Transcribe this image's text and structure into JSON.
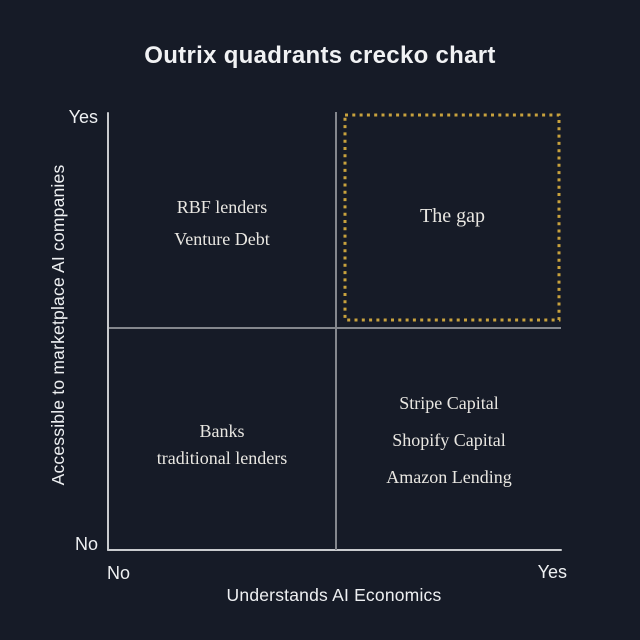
{
  "colors": {
    "background": "#161b27",
    "title_text": "#f1f2f4",
    "axis_line": "#c9cbce",
    "divider_line": "#84878d",
    "quadrant_text": "#e9e7e2",
    "accent_gold": "#c8a23d"
  },
  "chart_data": {
    "type": "quadrant",
    "title": "Outrix quadrants crecko chart",
    "xlabel": "Understands AI Economics",
    "ylabel": "Accessible to marketplace AI companies",
    "x_ticks": [
      "No",
      "Yes"
    ],
    "y_ticks": [
      "No",
      "Yes"
    ],
    "grid": "2x2 quadrant dividers, no gridlines",
    "legend": "none",
    "quadrants": {
      "top_left": {
        "x": "No",
        "y": "Yes",
        "items": [
          "RBF lenders",
          "Venture Debt"
        ]
      },
      "top_right": {
        "x": "Yes",
        "y": "Yes",
        "items": [
          "The gap"
        ],
        "highlighted": true,
        "highlight_style": "gold dotted box"
      },
      "bottom_left": {
        "x": "No",
        "y": "No",
        "items": [
          "Banks",
          "traditional lenders"
        ]
      },
      "bottom_right": {
        "x": "Yes",
        "y": "No",
        "items": [
          "Stripe Capital",
          "Shopify Capital",
          "Amazon Lending"
        ]
      }
    }
  }
}
